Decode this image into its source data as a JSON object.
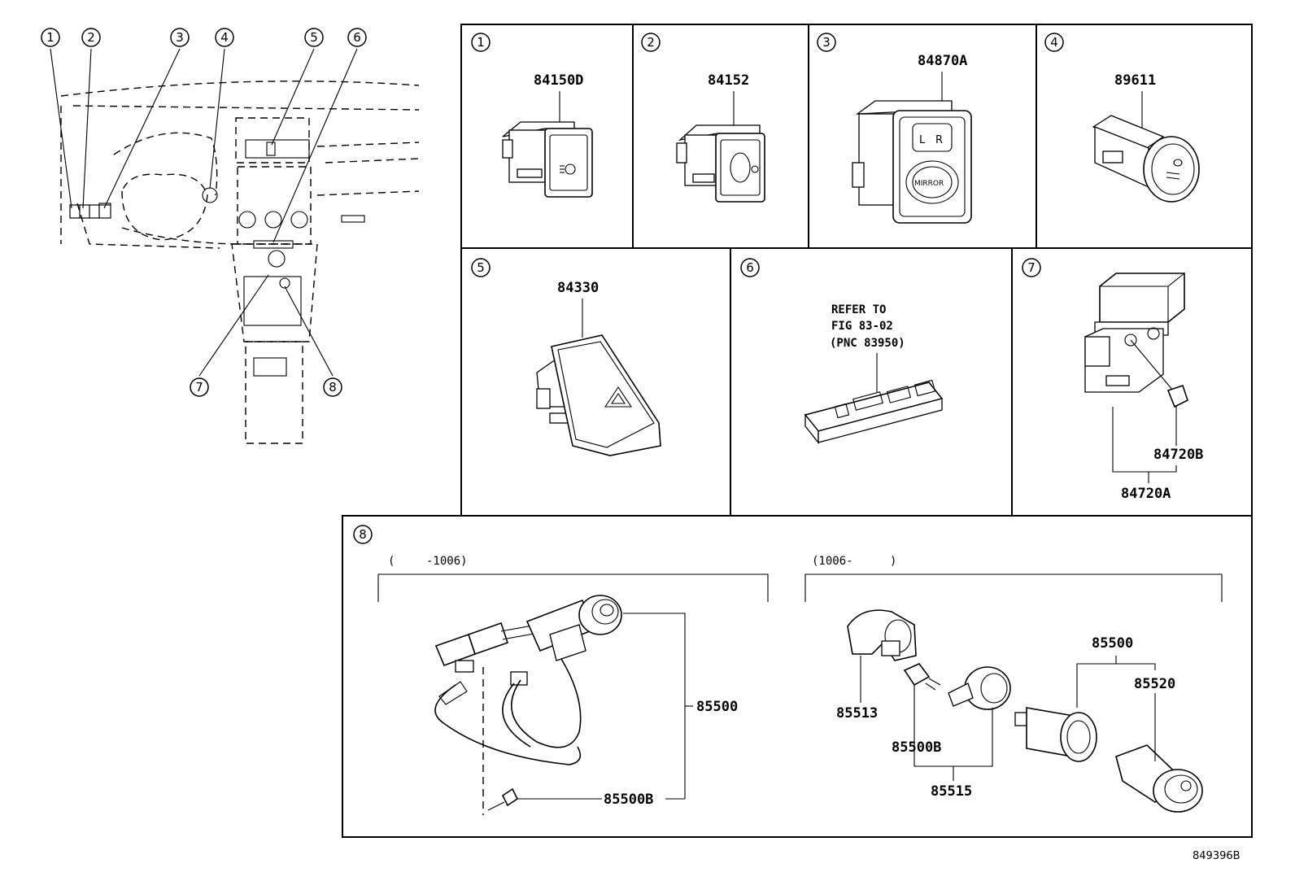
{
  "callouts": [
    "1",
    "2",
    "3",
    "4",
    "5",
    "6",
    "7",
    "8"
  ],
  "panels": {
    "p1": {
      "number": "1",
      "part": "84150D"
    },
    "p2": {
      "number": "2",
      "part": "84152"
    },
    "p3": {
      "number": "3",
      "part": "84870A",
      "label": "MIRROR",
      "sel_l": "L",
      "sel_r": "R"
    },
    "p4": {
      "number": "4",
      "part": "89611"
    },
    "p5": {
      "number": "5",
      "part": "84330"
    },
    "p6": {
      "number": "6",
      "ref_line1": "REFER TO",
      "ref_line2": "FIG 83-02",
      "ref_line3": "(PNC 83950)"
    },
    "p7": {
      "number": "7",
      "part_a": "84720A",
      "part_b": "84720B"
    },
    "p8": {
      "number": "8",
      "left_range_open": "(",
      "left_range_close": "-1006)",
      "right_range_open": "(1006-",
      "right_range_close": ")",
      "left_parts": {
        "assy": "85500",
        "bulb": "85500B"
      },
      "right_parts": {
        "socket": "85513",
        "bulb": "85500B",
        "ring": "85515",
        "assy": "85500",
        "plug": "85520"
      }
    }
  },
  "diagram_code": "849396B"
}
